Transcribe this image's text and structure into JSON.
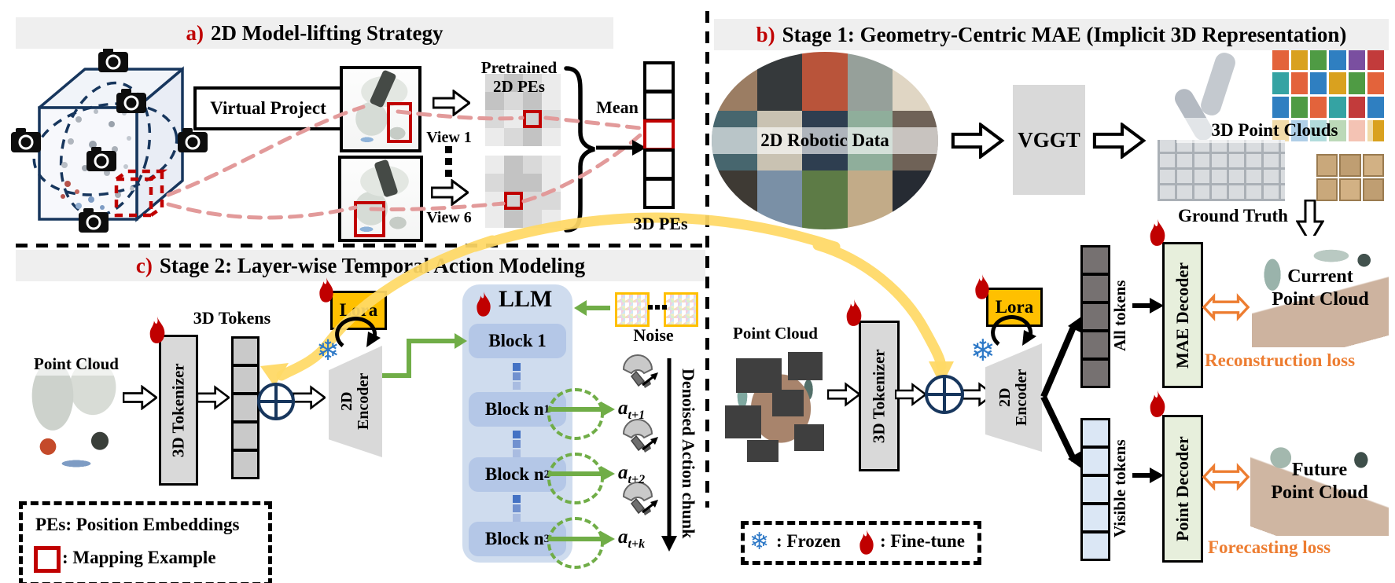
{
  "panel_a": {
    "tag": "a)",
    "title": "2D Model-lifting Strategy",
    "virtual_project": "Virtual Project",
    "view1": "View 1",
    "view6": "View 6",
    "pretrained_line1": "Pretrained",
    "pretrained_line2": "2D PEs",
    "mean": "Mean",
    "pes_3d": "3D PEs"
  },
  "panel_b": {
    "tag": "b)",
    "title": "Stage 1: Geometry-Centric MAE (Implicit 3D Representation)",
    "robotic_data": "2D Robotic Data",
    "vggt": "VGGT",
    "point_clouds_3d": "3D Point Clouds",
    "ground_truth": "Ground Truth",
    "point_cloud": "Point Cloud",
    "tokenizer": "3D Tokenizer",
    "lora": "Lora",
    "encoder_line1": "2D",
    "encoder_line2": "Encoder",
    "all_tokens": "All tokens",
    "visible_tokens": "Visible tokens",
    "mae_decoder": "MAE Decoder",
    "point_decoder": "Point Decoder",
    "current_pc_line1": "Current",
    "current_pc_line2": "Point Cloud",
    "future_pc_line1": "Future",
    "future_pc_line2": "Point Cloud",
    "reconstruction_loss": "Reconstruction loss",
    "forecasting_loss": "Forecasting loss"
  },
  "panel_c": {
    "tag": "c)",
    "title": "Stage 2: Layer-wise Temporal Action Modeling",
    "point_cloud": "Point Cloud",
    "tokenizer": "3D Tokenizer",
    "tokens_3d": "3D Tokens",
    "lora": "Lora",
    "encoder_line1": "2D",
    "encoder_line2": "Encoder",
    "llm": "LLM",
    "block1": "Block 1",
    "block_n_base": "Block n",
    "block_n1_sub": "1",
    "block_n2_sub": "2",
    "block_n3_sub": "3",
    "noise": "Noise",
    "action_base": "a",
    "action1_sub": "t+1",
    "action2_sub": "t+2",
    "actionk_sub": "t+k",
    "denoised": "Denoised Action chunk"
  },
  "legend_pes": {
    "line1": "PEs: Position Embeddings",
    "line2": ": Mapping Example"
  },
  "legend_train": {
    "frozen": ": Frozen",
    "finetune": ": Fine-tune"
  },
  "icons": {
    "snowflake": "❄"
  },
  "counts": {
    "pe_squares": 5,
    "tokens_3d": 5,
    "all_tokens": 5,
    "visible_tokens": 5,
    "pe_grid_rows": 4,
    "pe_grid_cols": 4,
    "llm_blocks": 4,
    "cameras": 6
  },
  "colors": {
    "accent_red": "#c00000",
    "gold": "#ffc000",
    "yellow_path": "#ffd966",
    "green": "#70ad47",
    "orange": "#ed7d31",
    "llm_fill": "#cfdcee",
    "block_fill": "#b4c7e7",
    "decoder_fill": "#e7efdc",
    "gray_box": "#d9d9d9",
    "token_gray": "#c9c9c9",
    "token_dark": "#767171",
    "token_light": "#dbe7f5",
    "header_bg": "#efefef",
    "navy": "#17365d"
  }
}
